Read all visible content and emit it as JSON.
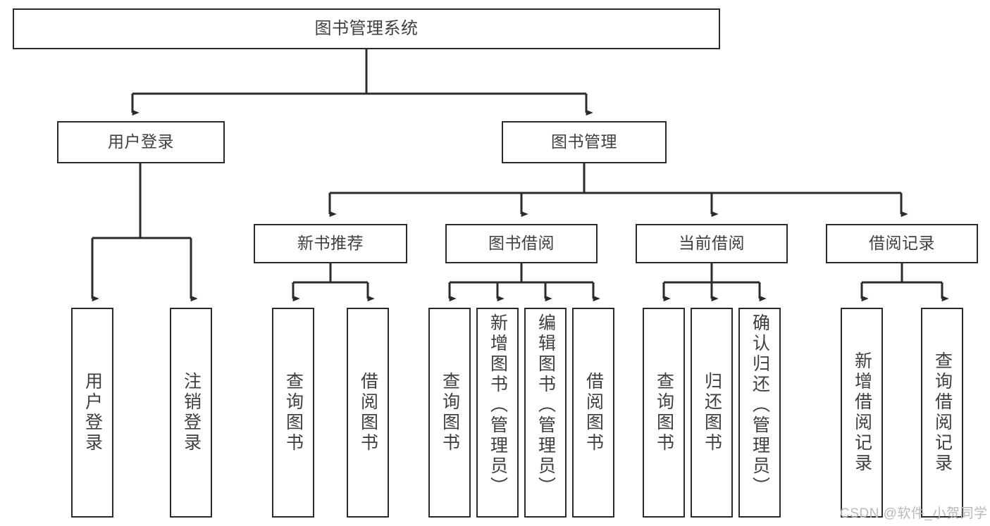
{
  "diagram": {
    "title": "图书管理系统",
    "type": "tree",
    "watermark": "CSDN @软件_小贺同学",
    "colors": {
      "stroke": "#2b2b2b",
      "text": "#3f3f3f",
      "background": "#ffffff",
      "watermark": "#b9b9b9"
    },
    "levels": {
      "root": {
        "label": "图书管理系统"
      },
      "level2": [
        {
          "label": "用户登录"
        },
        {
          "label": "图书管理"
        }
      ],
      "level3": [
        {
          "label": "新书推荐"
        },
        {
          "label": "图书借阅"
        },
        {
          "label": "当前借阅"
        },
        {
          "label": "借阅记录"
        }
      ]
    },
    "nodes": {
      "root": "图书管理系统",
      "user_login": "用户登录",
      "book_manage": "图书管理",
      "new_book_rec": "新书推荐",
      "book_borrow": "图书借阅",
      "current_borrow": "当前借阅",
      "borrow_record": "借阅记录",
      "leaf_user_login": "用户登录",
      "leaf_user_logout": "注销登录",
      "leaf_query_book_1": "查询图书",
      "leaf_borrow_book_1": "借阅图书",
      "leaf_query_book_2": "查询图书",
      "leaf_add_book": "新增图书（管理员）",
      "leaf_edit_book": "编辑图书（管理员）",
      "leaf_borrow_book_2": "借阅图书",
      "leaf_query_book_3": "查询图书",
      "leaf_return_book": "归还图书",
      "leaf_confirm_return": "确认归还（管理员）",
      "leaf_add_record": "新增借阅记录",
      "leaf_query_record": "查询借阅记录"
    }
  }
}
